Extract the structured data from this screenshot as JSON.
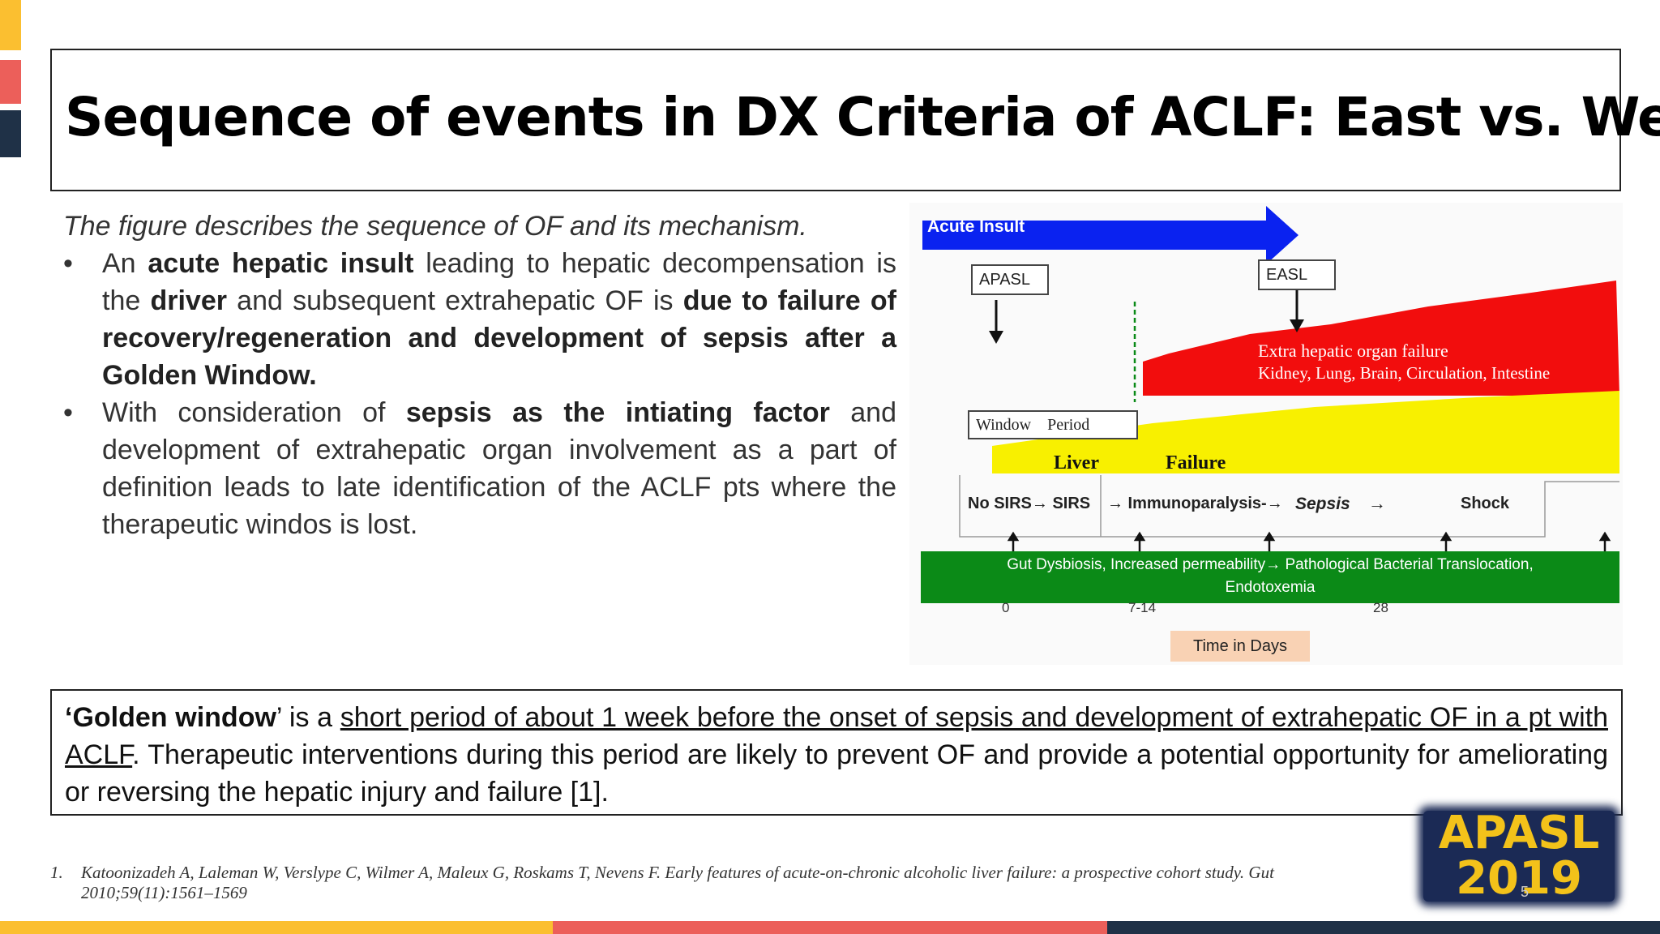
{
  "slide": {
    "title": "Sequence of events in DX Criteria of ACLF: East vs. West",
    "intro": "The figure describes the sequence of OF and its mechanism.",
    "bullets": [
      [
        {
          "t": "An ",
          "b": false
        },
        {
          "t": "acute hepatic insult",
          "b": true
        },
        {
          "t": " leading to hepatic decompensation is the ",
          "b": false
        },
        {
          "t": "driver",
          "b": true
        },
        {
          "t": " and subsequent extrahepatic OF is ",
          "b": false
        },
        {
          "t": "due to failure of recovery/regeneration and development of sepsis after a Golden Window.",
          "b": true
        }
      ],
      [
        {
          "t": "With consideration of ",
          "b": false
        },
        {
          "t": "sepsis as the intiating factor",
          "b": true
        },
        {
          "t": " and development of extrahepatic organ involvement as a part of definition leads to late identification of the ACLF pts where the therapeutic windos is lost.",
          "b": false
        }
      ]
    ],
    "bullet_glyph": "•",
    "golden": {
      "term": "‘Golden window",
      "after_term": "’ is a ",
      "underlined": "short period of about 1 week before the onset of sepsis and development of extrahepatic OF in a pt with ACLF",
      "rest": ". Therapeutic interventions during this period are likely to prevent OF and provide a potential opportunity for ameliorating or reversing the hepatic injury and failure [1]."
    },
    "reference": {
      "number": "1.",
      "text": "Katoonizadeh A, Laleman W, Verslype C, Wilmer A, Maleux G, Roskams T, Nevens F. Early features of acute-on-chronic alcoholic liver failure: a prospective cohort study. Gut 2010;59(11):1561–1569"
    },
    "logo_lines": [
      "APASL",
      "2019"
    ],
    "page_number": "5"
  },
  "figure": {
    "acute_insult": "Acute Insult",
    "apasl": "APASL",
    "easl": "EASL",
    "extra_line1": "Extra hepatic organ failure",
    "extra_line2": "Kidney, Lung, Brain, Circulation, Intestine",
    "window_period": "Window    Period",
    "liver": "Liver",
    "failure": "Failure",
    "stage1": "No SIRS→ SIRS",
    "stage2": "→ Immunoparalysis-→",
    "sepsis": "Sepsis",
    "arrow": "→",
    "shock": "Shock",
    "gut_line1": "Gut Dysbiosis, Increased permeability→ Pathological Bacterial Translocation,",
    "gut_line2": "Endotoxemia",
    "tick_0": "0",
    "tick_714": "7-14",
    "tick_28": "28",
    "time_label": "Time in Days"
  },
  "colors": {
    "corner_yellow": "#fbbf30",
    "corner_red": "#ec5f5a",
    "corner_navy": "#1f3147",
    "band_yellow": "#fbbf30",
    "band_red": "#ec5f5a",
    "band_navy": "#1f3147",
    "acute_blue": "#0a22f0",
    "extra_red": "#f20d0d",
    "liver_yellow": "#f8f000",
    "gut_green": "#0b8a17",
    "time_peach": "#f9d2b4"
  }
}
